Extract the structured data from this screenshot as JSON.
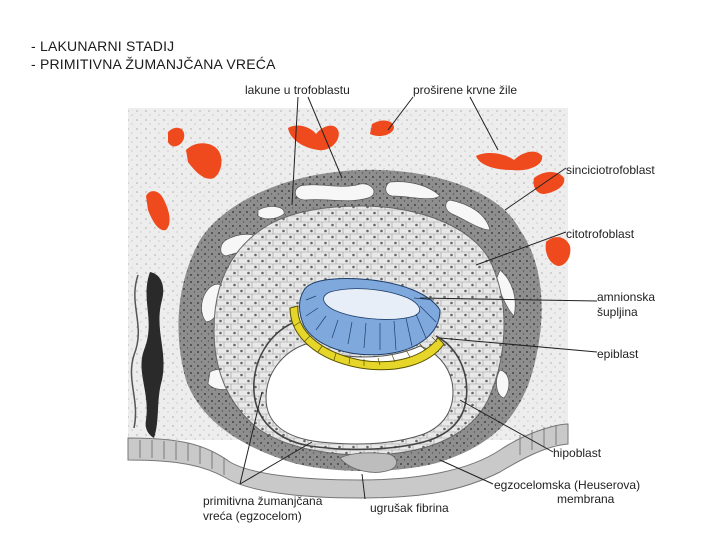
{
  "slide": {
    "title_lines": [
      "- LAKUNARNI STADIJ",
      "- PRIMITIVNA ŽUMANJČANA VREĆA"
    ]
  },
  "diagram": {
    "labels": {
      "lakune": "lakune u trofoblastu",
      "krvne_zile": "proširene krvne žile",
      "sincicio": "sinciciotrofoblast",
      "citotro": "citotrofoblast",
      "amnion_1": "amnionska",
      "amnion_2": "šupljina",
      "epiblast": "epiblast",
      "hipoblast": "hipoblast",
      "egzo_1": "egzocelomska (Heuserova)",
      "egzo_2": "membrana",
      "ugrusak": "ugrušak fibrina",
      "zum_1": "primitivna žumanjčana",
      "zum_2": "vreća (egzocelom)"
    },
    "colors": {
      "blood_vessels": "#ee4a1e",
      "syncytio": "#8e8e8e",
      "cyto": "#dedede",
      "amnion_epiblast": "#7fa9dd",
      "hypoblast": "#e6d62a",
      "endometrium": "#d4d4d4"
    }
  }
}
